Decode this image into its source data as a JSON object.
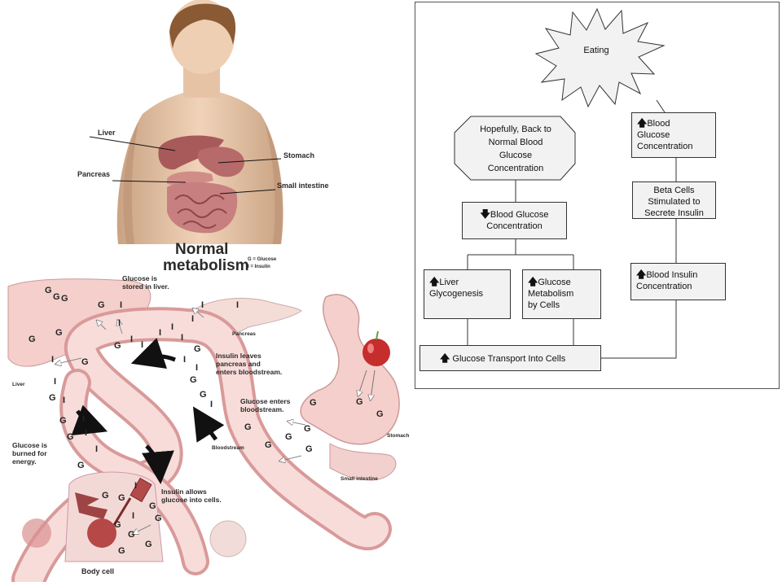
{
  "illustration": {
    "title_line1": "Normal",
    "title_line2": "metabolism",
    "legend_g": "G = Glucose",
    "legend_i": "I = Insulin",
    "label_liver_top": "Liver",
    "label_pancreas_top": "Pancreas",
    "label_stomach_top": "Stomach",
    "label_small_intestine_top": "Small intestine",
    "label_glucose_stored_1": "Glucose is",
    "label_glucose_stored_2": "stored in liver.",
    "label_pancreas_small": "Pancreas",
    "label_insulin_leaves_1": "Insulin leaves",
    "label_insulin_leaves_2": "pancreas and",
    "label_insulin_leaves_3": "enters bloodstream.",
    "label_glucose_enters_1": "Glucose enters",
    "label_glucose_enters_2": "bloodstream.",
    "label_stomach_small": "Stomach",
    "label_bloodstream": "Bloodstream",
    "label_small_intestine_bottom": "Small intestine",
    "label_liver_small": "Liver",
    "label_glucose_burned_1": "Glucose is",
    "label_glucose_burned_2": "burned for",
    "label_glucose_burned_3": "energy.",
    "label_insulin_allows_1": "Insulin allows",
    "label_insulin_allows_2": "glucose into cells.",
    "label_body_cell": "Body cell",
    "glucose_letter": "G",
    "insulin_letter": "I"
  },
  "flowchart": {
    "eating": "Eating",
    "hopefully_1": "Hopefully, Back to",
    "hopefully_2": "Normal Blood",
    "hopefully_3": "Glucose",
    "hopefully_4": "Concentration",
    "bg_conc_up_1": "Blood",
    "bg_conc_up_2": "Glucose",
    "bg_conc_up_3": "Concentration",
    "beta_1": "Beta Cells",
    "beta_2": "Stimulated to",
    "beta_3": "Secrete Insulin",
    "insulin_conc_1": "Blood Insulin",
    "insulin_conc_2": "Concentration",
    "bg_conc_down_1": "Blood Glucose",
    "bg_conc_down_2": "Concentration",
    "liver_1": "Liver",
    "liver_2": "Glycogenesis",
    "gm_1": "Glucose",
    "gm_2": "Metabolism",
    "gm_3": "by Cells",
    "transport": "Glucose Transport Into Cells",
    "up_arrow": "🡅",
    "down_arrow": "🡇"
  }
}
